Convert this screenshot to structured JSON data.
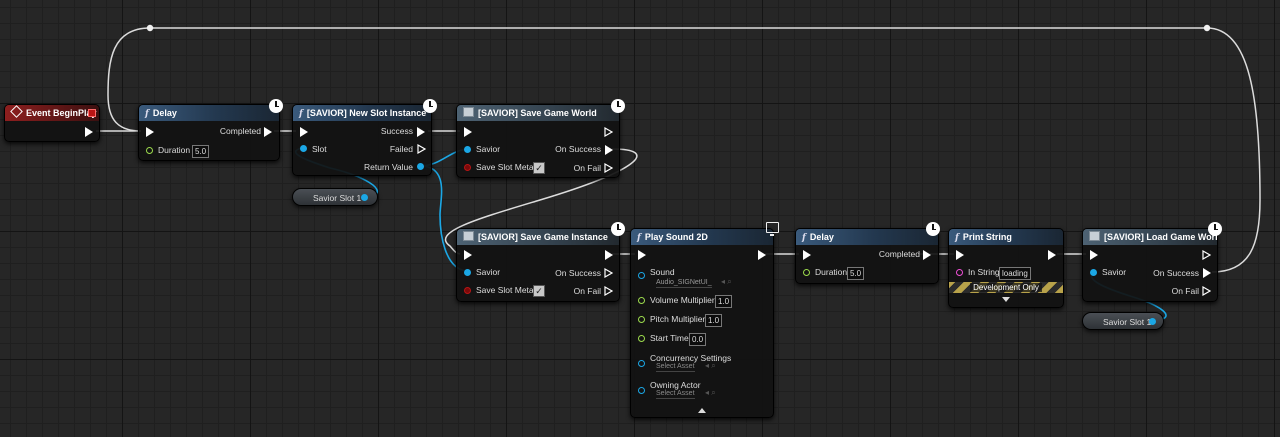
{
  "event_node": {
    "title": "Event BeginPlay"
  },
  "delay1": {
    "title": "Delay",
    "pins": {
      "completed": "Completed",
      "duration": "Duration",
      "duration_value": "5.0"
    }
  },
  "new_slot": {
    "title": "[SAVIOR] New Slot Instance",
    "pins": {
      "slot": "Slot",
      "success": "Success",
      "failed": "Failed",
      "return_value": "Return Value"
    }
  },
  "save_world": {
    "title": "[SAVIOR] Save Game World",
    "pins": {
      "savior": "Savior",
      "save_slot_meta": "Save Slot Meta",
      "on_success": "On Success",
      "on_fail": "On Fail"
    },
    "meta_checked": true
  },
  "save_instance": {
    "title": "[SAVIOR] Save Game Instance",
    "pins": {
      "savior": "Savior",
      "save_slot_meta": "Save Slot Meta",
      "on_success": "On Success",
      "on_fail": "On Fail"
    },
    "meta_checked": true
  },
  "play_sound": {
    "title": "Play Sound 2D",
    "pins": {
      "sound": "Sound",
      "sound_asset": "Audio_SIGNetUI_",
      "volume": "Volume Multiplier",
      "volume_value": "1.0",
      "pitch": "Pitch Multiplier",
      "pitch_value": "1.0",
      "start": "Start Time",
      "start_value": "0.0",
      "concurrency": "Concurrency Settings",
      "concurrency_asset": "Select Asset",
      "owning": "Owning Actor",
      "owning_asset": "Select Asset"
    }
  },
  "delay2": {
    "title": "Delay",
    "pins": {
      "completed": "Completed",
      "duration": "Duration",
      "duration_value": "5.0"
    }
  },
  "print_string": {
    "title": "Print String",
    "pins": {
      "in_string": "In String",
      "in_string_value": "loading",
      "dev_only": "Development Only"
    }
  },
  "load_world": {
    "title": "[SAVIOR] Load Game World",
    "pins": {
      "savior": "Savior",
      "on_success": "On Success",
      "on_fail": "On Fail"
    }
  },
  "savior_slot_var_1": {
    "label": "Savior Slot 1"
  },
  "savior_slot_var_2": {
    "label": "Savior Slot 1"
  },
  "colors": {
    "exec_wire": "#e8e8e8",
    "object_wire": "#1ba7e5",
    "float_pin": "#9cdb4d",
    "string_pin": "#ef4fd6",
    "bool_pin": "#b81414"
  }
}
